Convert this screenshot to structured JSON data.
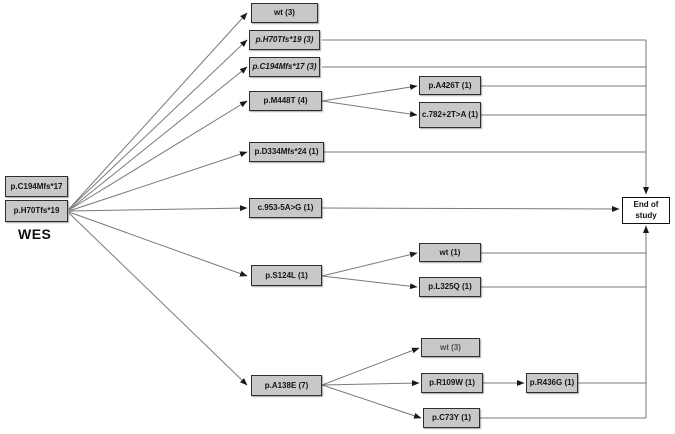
{
  "source": {
    "variant1": "p.C194Mfs*17",
    "variant2": "p.H70Tfs*19",
    "label": "WES"
  },
  "level1": {
    "wt3": "wt (3)",
    "h70tfs19": "p.H70Tfs*19 (3)",
    "c194mfs17": "p.C194Mfs*17 (3)",
    "m448t": "p.M448T (4)",
    "d334mfs24": "p.D334Mfs*24 (1)",
    "c953": "c.953-5A>G (1)",
    "s124l": "p.S124L (1)",
    "a138e": "p.A138E (7)"
  },
  "level2": {
    "a426t": "p.A426T (1)",
    "c782": "c.782+2T>A (1)",
    "wt1": "wt (1)",
    "l325q": "p.L325Q (1)",
    "wt3b": "wt (3)",
    "r109w": "p.R109W (1)",
    "c73y": "p.C73Y (1)"
  },
  "level3": {
    "r436g": "p.R436G (1)"
  },
  "end": {
    "label": "End of study"
  },
  "colors": {
    "box_fill": "#c8c8c8",
    "box_border": "#2e2e2e",
    "line": "#7a7a7a",
    "arrowhead": "#1a1a1a",
    "end_fill": "#ffffff",
    "background": "#ffffff"
  }
}
